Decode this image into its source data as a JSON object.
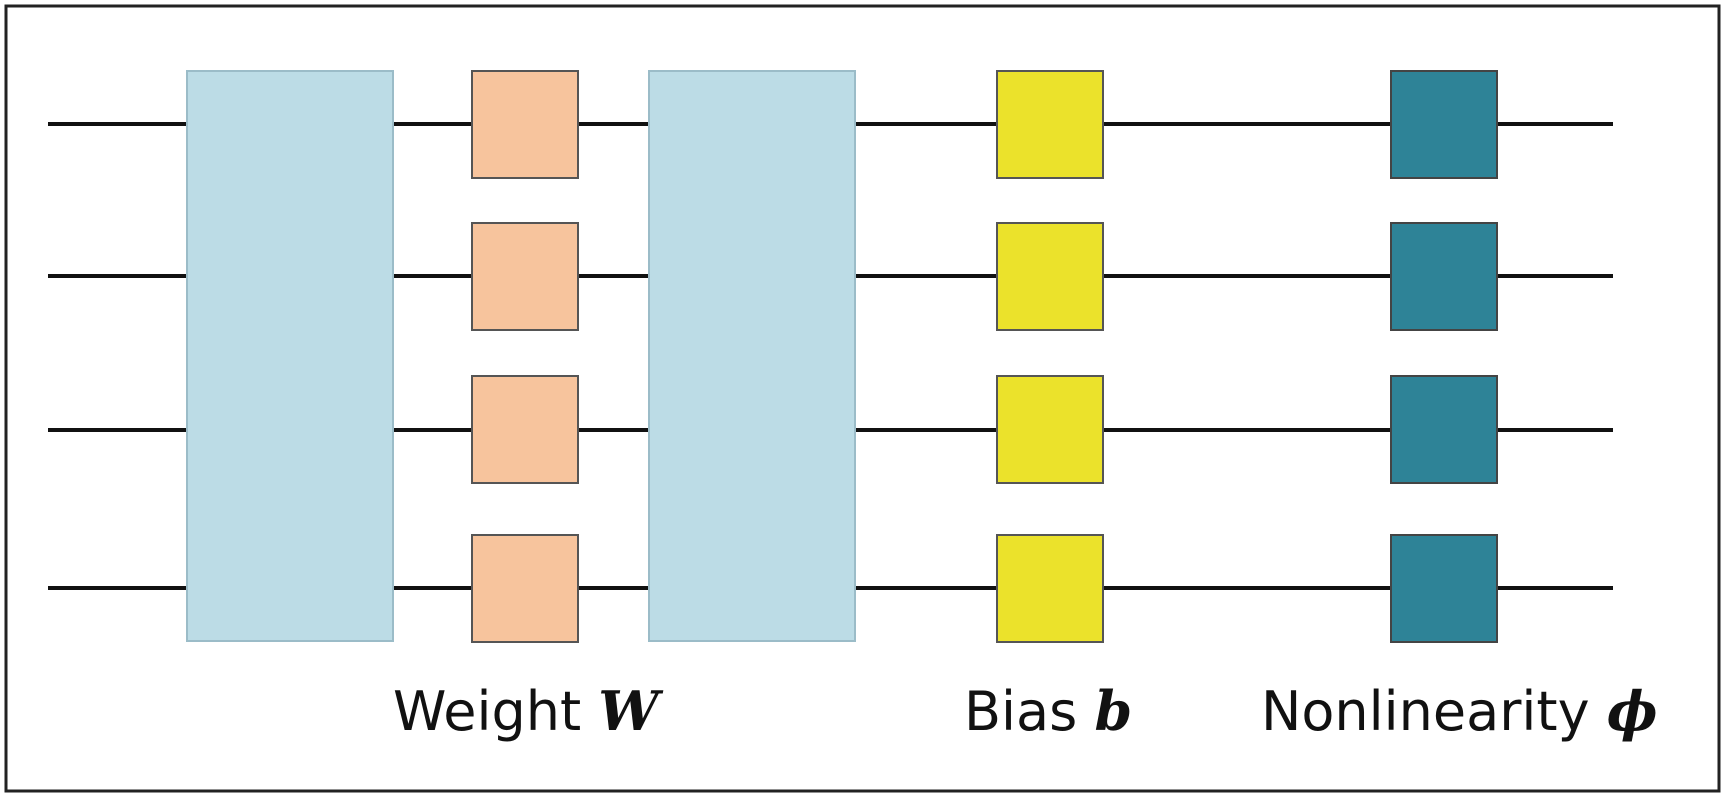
{
  "diagram": {
    "wire_count": 4,
    "labels": {
      "weight_text": "Weight ",
      "weight_symbol": "W",
      "bias_text": "Bias ",
      "bias_symbol": "b",
      "nonlinearity_text": "Nonlinearity ",
      "nonlinearity_symbol": "ϕ"
    },
    "colors": {
      "unitary_block": "#bcdce6",
      "weight_phase_box": "#f7c49d",
      "bias_box": "#ebe22b",
      "nonlinearity_box": "#2e8397",
      "wire": "#111111",
      "frame": "#222222"
    }
  }
}
